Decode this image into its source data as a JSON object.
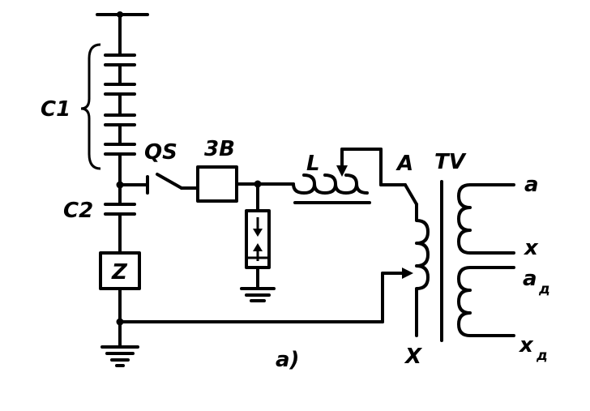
{
  "labels": {
    "c1": "C1",
    "c2": "C2",
    "qs": "QS",
    "zb": "3B",
    "l": "L",
    "a_primary": "A",
    "tv": "TV",
    "x_primary": "X",
    "a_sec": "a",
    "x_sec": "x",
    "ad_main": "a",
    "ad_sub": "д",
    "xd_main": "x",
    "xd_sub": "д",
    "z": "Z",
    "caption": "а)"
  },
  "colors": {
    "ink": "#000000",
    "paper": "#ffffff"
  }
}
